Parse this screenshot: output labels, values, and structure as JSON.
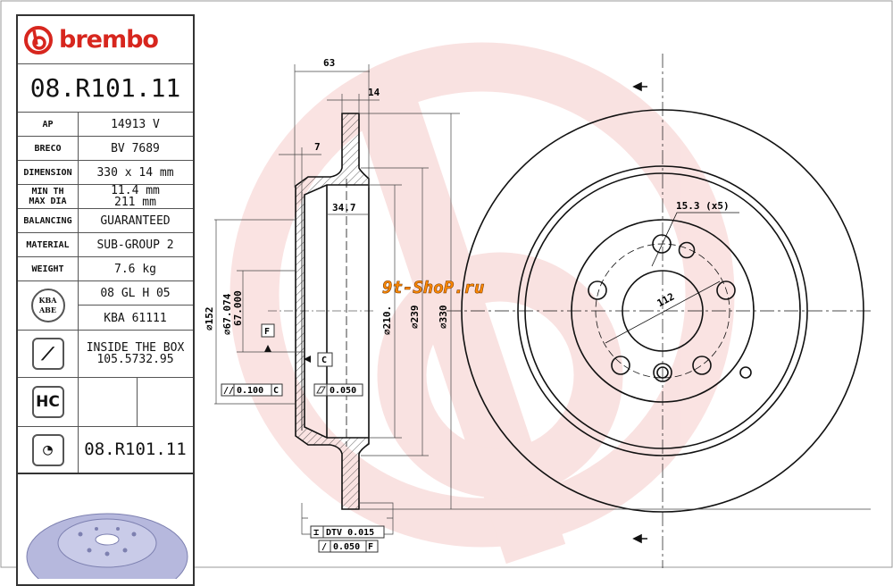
{
  "brand": {
    "name": "brembo",
    "color": "#d7261e"
  },
  "part_number": "08.R101.11",
  "specs": [
    {
      "label": "AP",
      "value": "14913 V"
    },
    {
      "label": "BRECO",
      "value": "BV 7689"
    },
    {
      "label": "DIMENSION",
      "value": "330 x 14 mm"
    },
    {
      "label": "MIN TH\nMAX DIA",
      "value": "11.4 mm\n211 mm"
    },
    {
      "label": "BALANCING",
      "value": "GUARANTEED"
    },
    {
      "label": "MATERIAL",
      "value": "SUB-GROUP 2"
    },
    {
      "label": "WEIGHT",
      "value": "7.6 kg"
    }
  ],
  "kba": {
    "badge": "KBA ABE",
    "line1": "08 GL H 05",
    "line2": "KBA 61111"
  },
  "screw": {
    "line1": "INSIDE THE BOX",
    "line2": "105.5732.95"
  },
  "hc_badge": "HC",
  "footer_part_number": "08.R101.11",
  "drawing": {
    "dim_63": "63",
    "dim_14": "14",
    "dim_7": "7",
    "dim_34_7": "34.7",
    "dia_152": "⌀152",
    "dia_67_074": "⌀67.074",
    "dia_67_000": "67.000",
    "dia_210": "⌀210.",
    "dia_239": "⌀239",
    "dia_330": "⌀330",
    "datum_f": "F",
    "datum_c": "C",
    "parallel_tol": "0.100",
    "parallel_ref": "C",
    "flatness_tol": "0.050",
    "dtv": "DTV 0.015",
    "runout_tol": "0.050",
    "runout_ref": "F",
    "bolt_hole": "15.3 (x5)",
    "pcd": "112",
    "watermark": "9t-ShoP.ru"
  }
}
